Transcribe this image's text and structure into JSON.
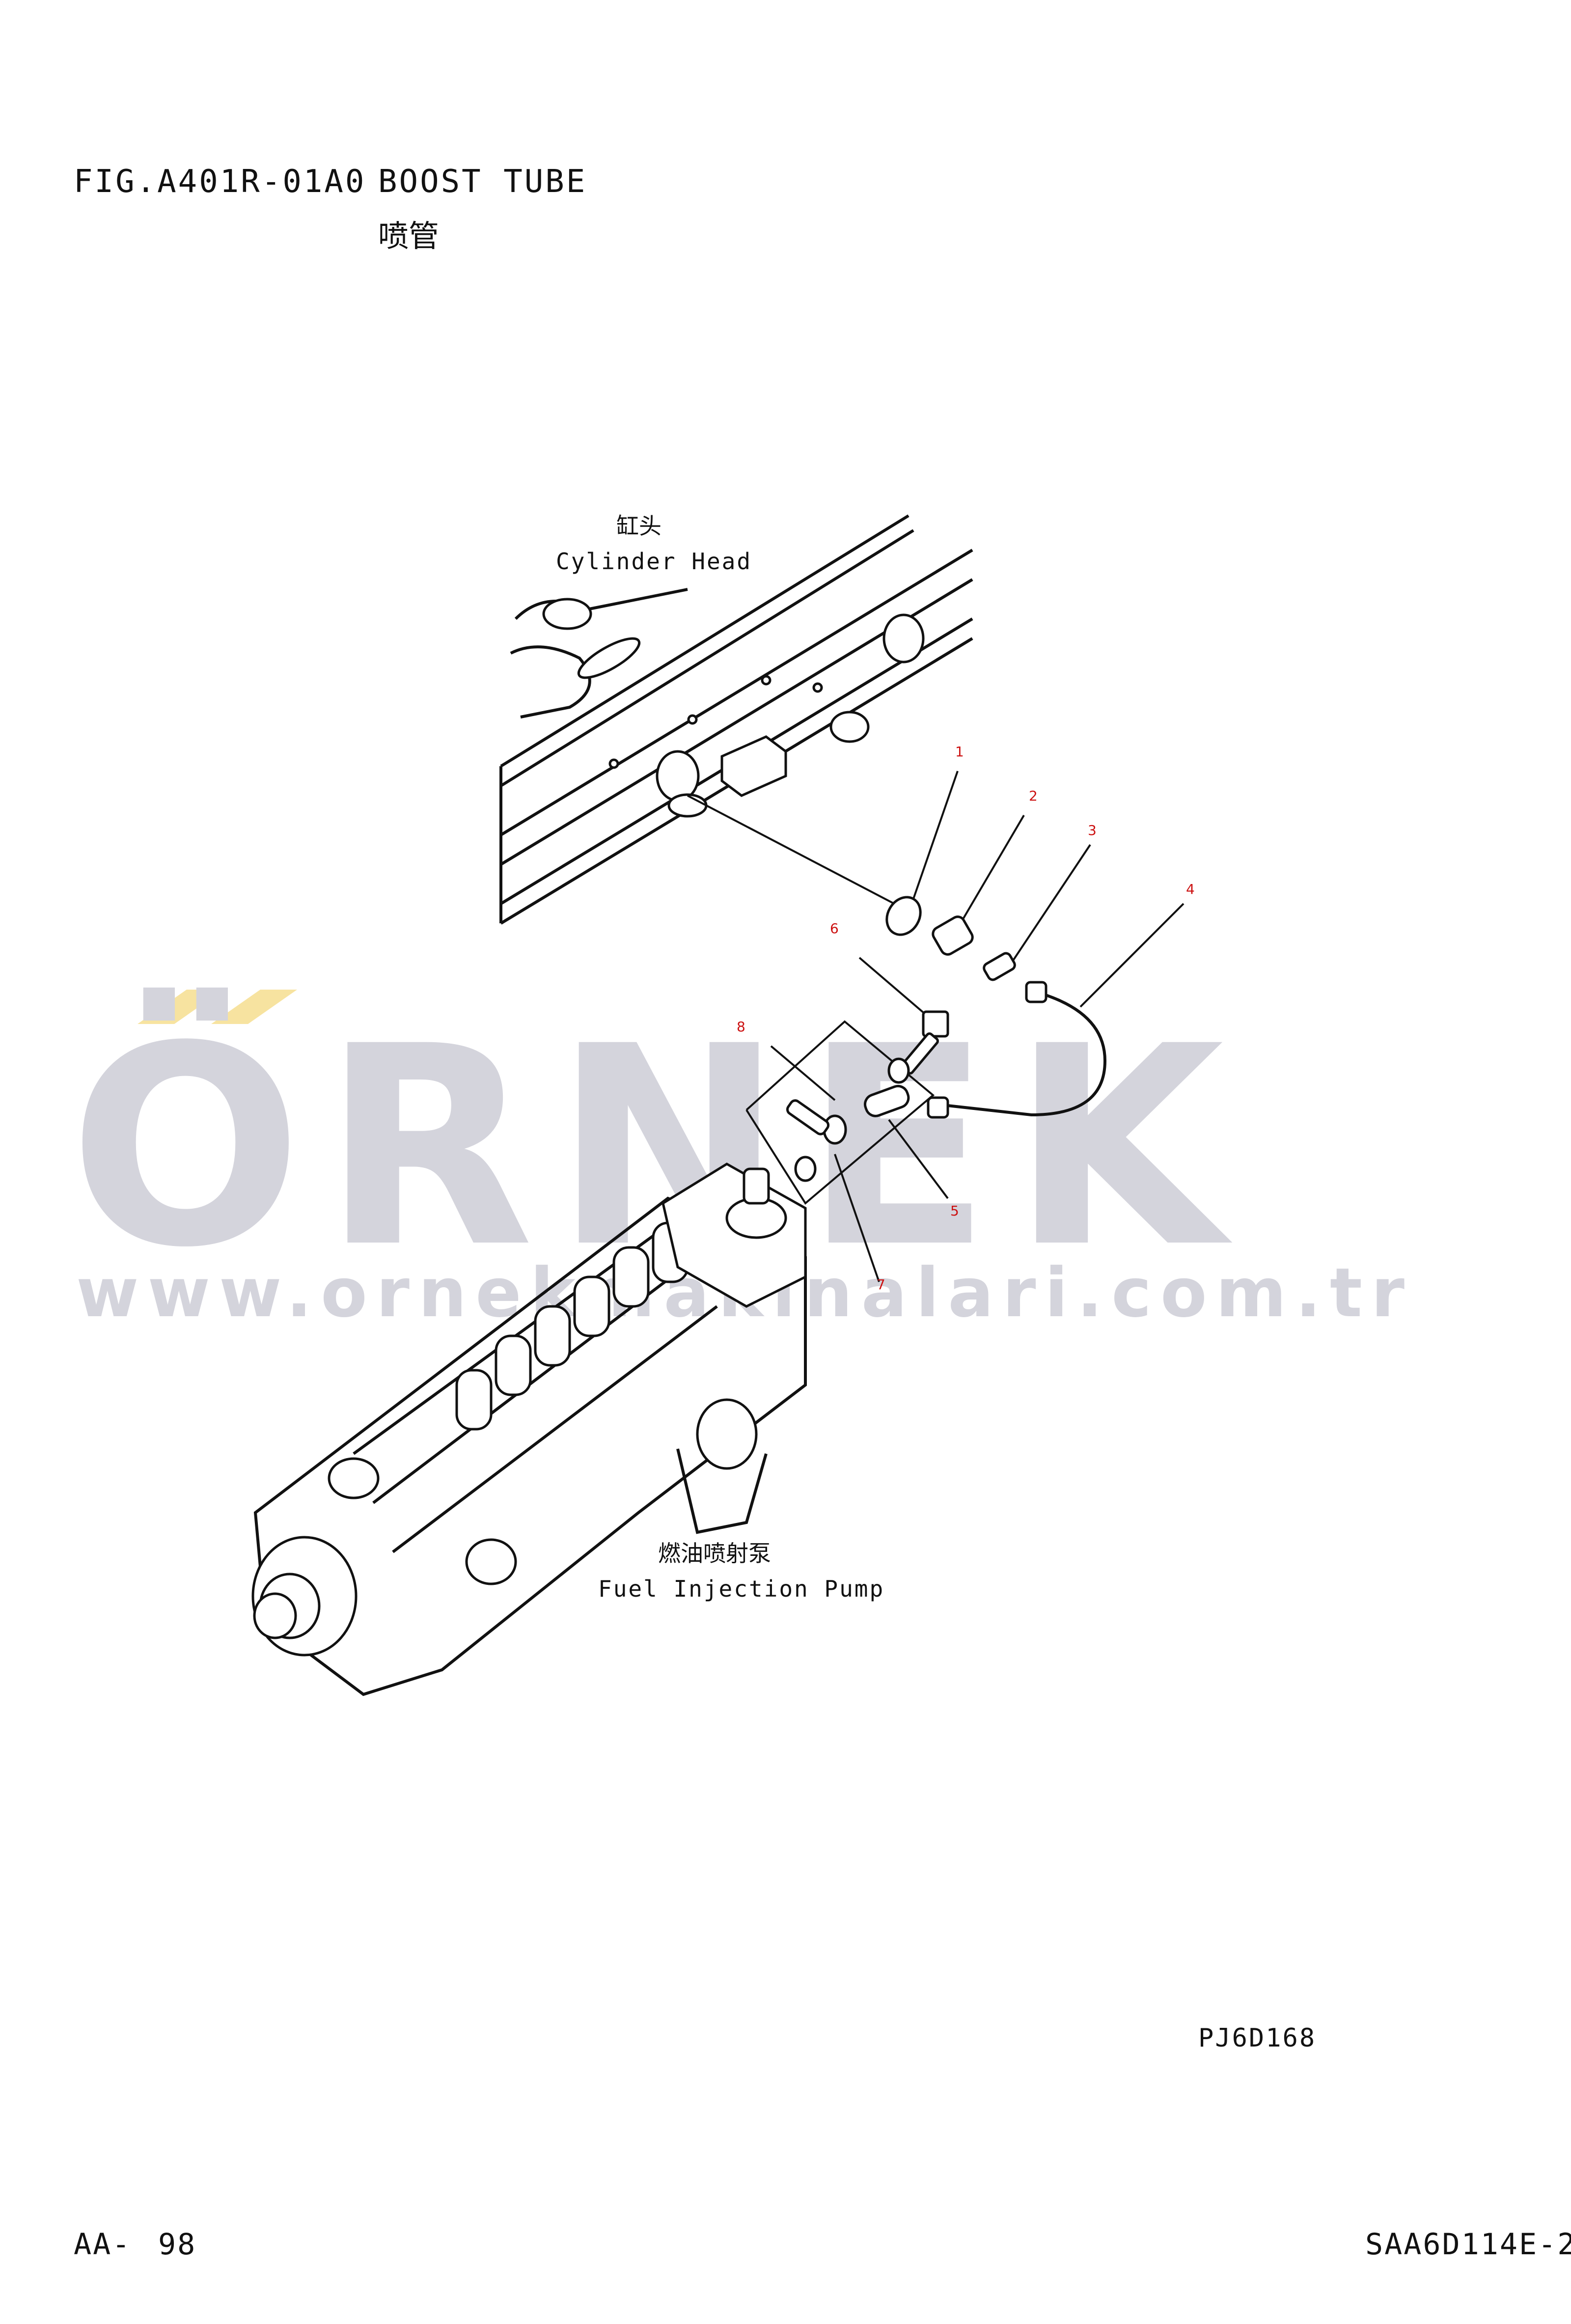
{
  "header": {
    "fig_number": "FIG.A401R-01A0",
    "title_en": "BOOST TUBE",
    "title_cn": "喷管"
  },
  "labels": {
    "cylinder_head_cn": "缸头",
    "cylinder_head_en": "Cylinder Head",
    "pump_cn": "燃油喷射泵",
    "pump_en": "Fuel Injection Pump"
  },
  "callouts": [
    "1",
    "2",
    "3",
    "4",
    "5",
    "6",
    "7",
    "8"
  ],
  "drawing_code": "PJ6D168",
  "watermark": {
    "brand": "ÖRNEK",
    "url": "www.ornekmakinalari.com.tr",
    "brand_color": "#d4d4dc",
    "accent_color": "#f7e3a0"
  },
  "footer": {
    "page_prefix": "AA-",
    "page_number": "98",
    "model": "SAA6D114E-2"
  }
}
